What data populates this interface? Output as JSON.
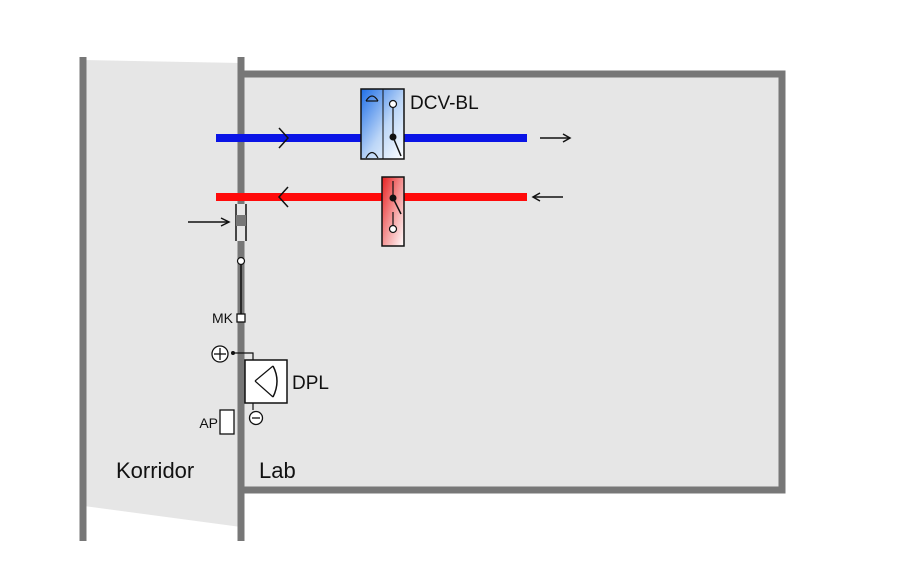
{
  "labels": {
    "damper_supply": "DCV-BL",
    "pressure_sensor": "DPL",
    "door_contact": "MK",
    "alarm_panel": "AP",
    "corridor": "Korridor",
    "room": "Lab",
    "plus_symbol": "⊕",
    "minus_symbol": "⊖"
  },
  "colors": {
    "wall": "#777777",
    "room_fill": "#e6e6e6",
    "supply_duct": "#0a14e6",
    "exhaust_duct": "#ff0a0a",
    "line": "#111111"
  }
}
